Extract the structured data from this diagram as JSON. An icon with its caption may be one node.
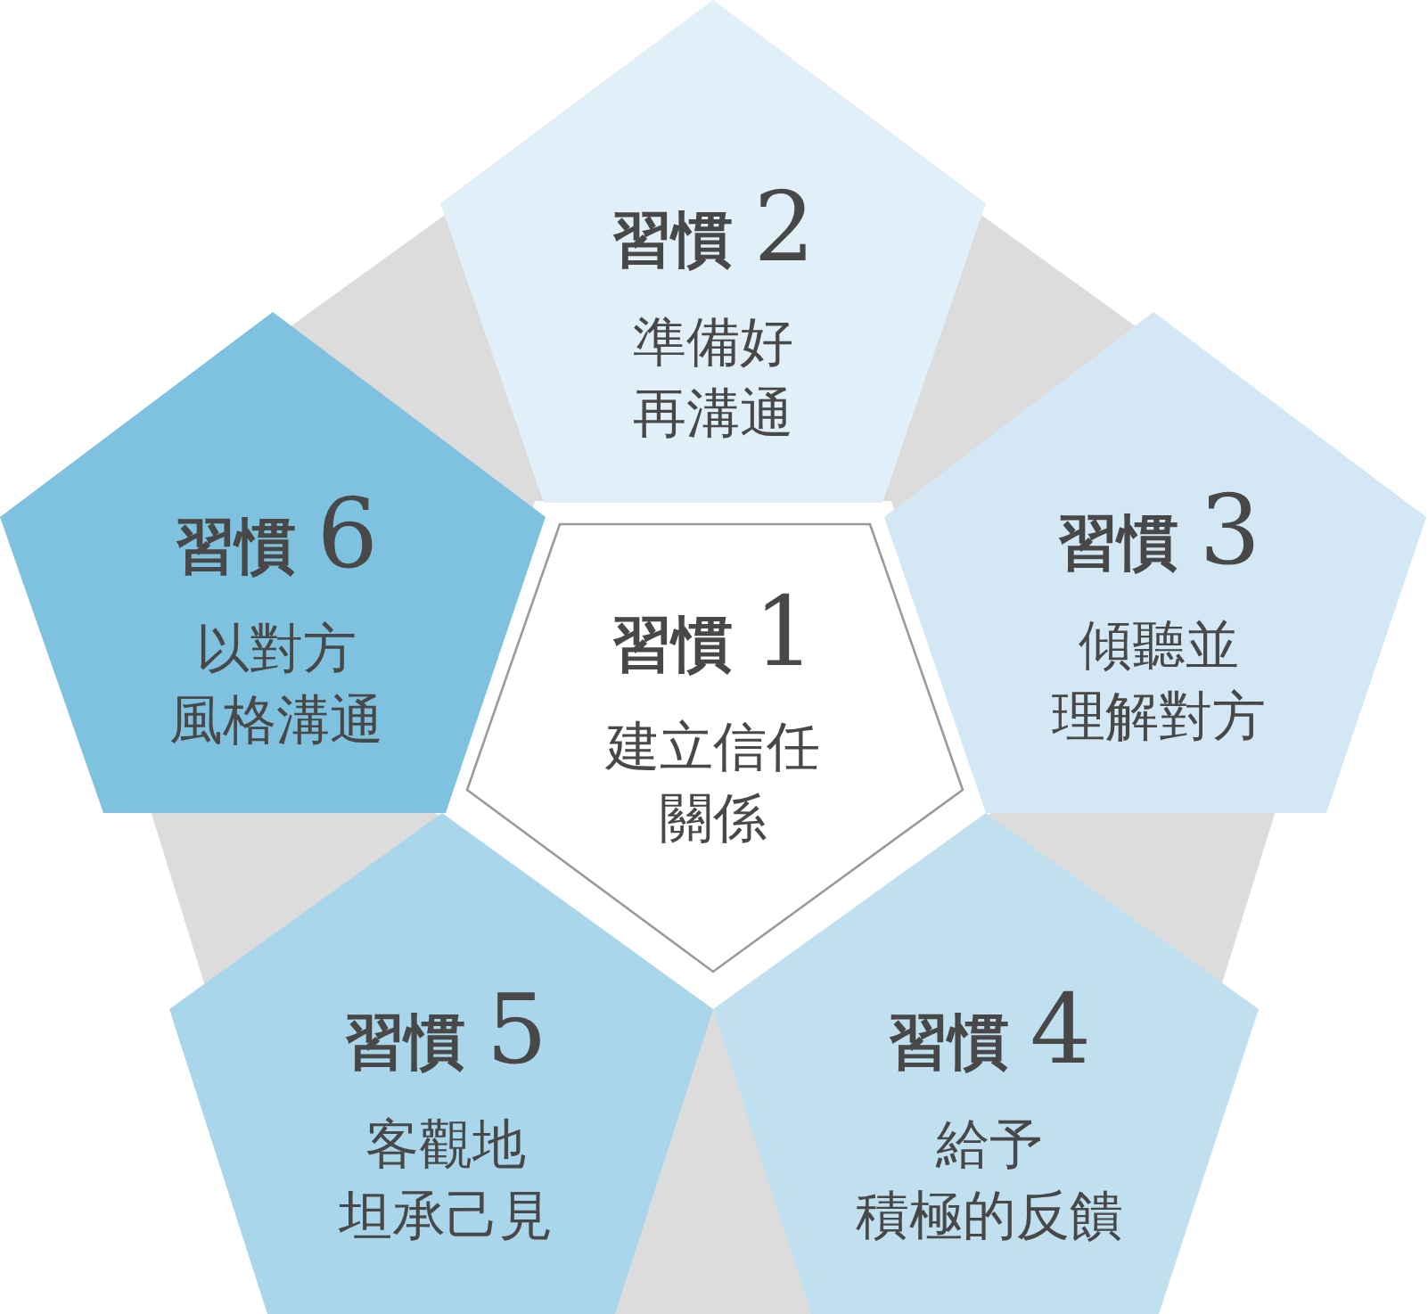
{
  "diagram": {
    "nodes": [
      {
        "text": [
          "習慣 1",
          "建立信任關係"
        ]
      },
      {
        "text": [
          "習慣 2",
          "準備好再溝通"
        ]
      },
      {
        "text": [
          "習慣 3",
          "傾聽並理解對方"
        ]
      },
      {
        "text": [
          "習慣 4",
          "給予積極的反饋"
        ]
      },
      {
        "text": [
          "習慣 5",
          "客觀地坦承己見"
        ]
      },
      {
        "text": [
          "習慣 6",
          "以對方風格溝通"
        ]
      }
    ]
  }
}
